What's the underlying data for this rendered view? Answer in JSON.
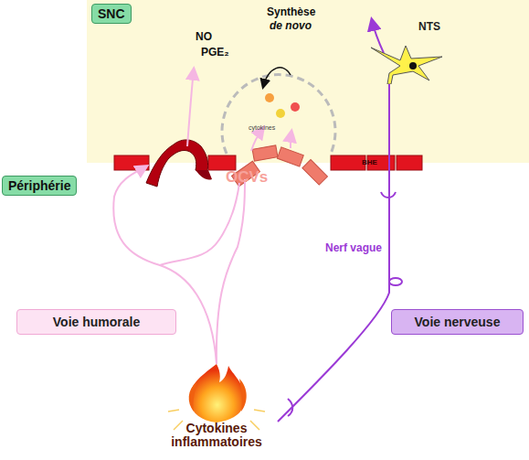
{
  "diagram": {
    "nodes": [
      {
        "text": [
          "SNC"
        ]
      },
      {
        "text": [
          "NTS"
        ]
      },
      {
        "text": [
          "Périphérie"
        ]
      },
      {
        "text": [
          "Voie humorale"
        ]
      },
      {
        "text": [
          "Voie nerveuse"
        ]
      },
      {
        "text": [
          "Cytokines inflammatoires"
        ]
      }
    ],
    "edges": [
      {
        "from": 5,
        "to": 1,
        "arrow": "none",
        "label": "Nerf vague"
      }
    ],
    "labels": [
      "Synthèse",
      "de novo",
      "NO",
      "PGE₂",
      "cytokines",
      "OCVs",
      "BHE"
    ]
  }
}
